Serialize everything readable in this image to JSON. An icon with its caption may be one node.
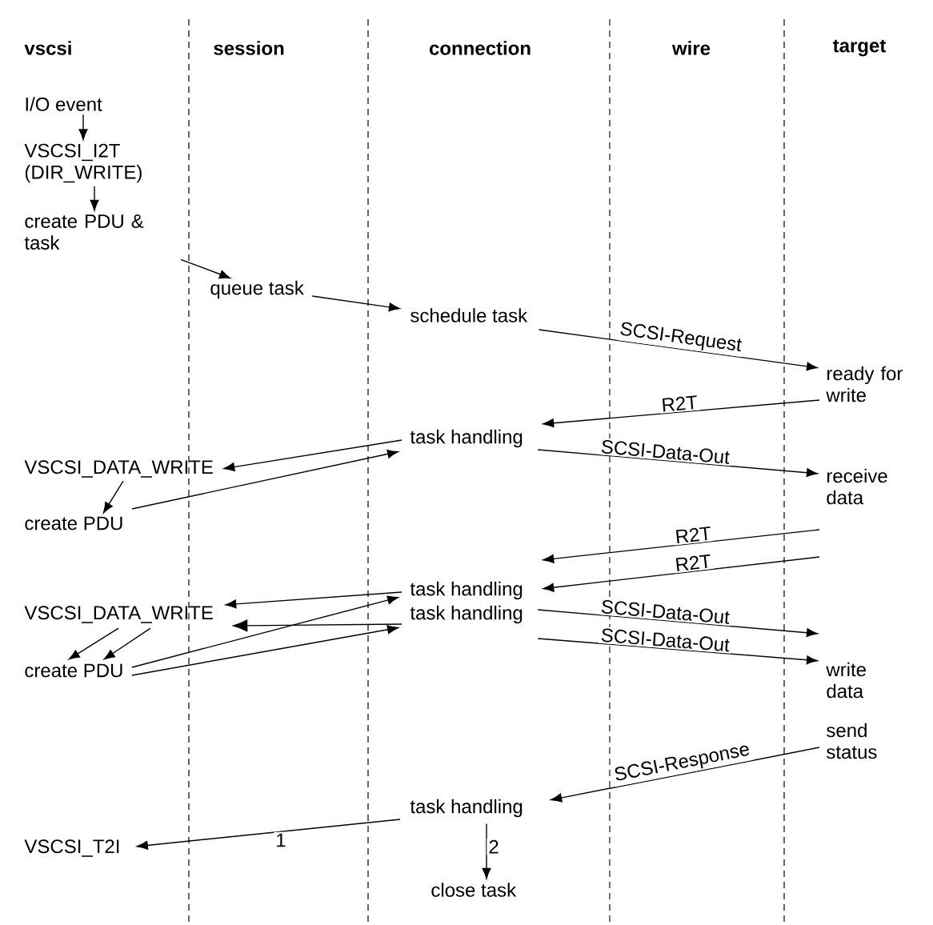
{
  "diagram": {
    "nodes": [
      {
        "text": [
          "I/O event"
        ]
      },
      {
        "text": [
          "VSCSI_I2T (DIR_WRITE)"
        ]
      },
      {
        "text": [
          "create PDU & task"
        ]
      },
      {
        "text": [
          "queue task"
        ]
      },
      {
        "text": [
          "schedule task"
        ]
      },
      {
        "text": [
          "ready for write"
        ]
      },
      {
        "text": [
          "task handling"
        ]
      },
      {
        "text": [
          "VSCSI_DATA_WRITE"
        ]
      },
      {
        "text": [
          "receive data"
        ]
      },
      {
        "text": [
          "create PDU"
        ]
      },
      {
        "text": [
          "task handling"
        ]
      },
      {
        "text": [
          "task handling"
        ]
      },
      {
        "text": [
          "VSCSI_DATA_WRITE"
        ]
      },
      {
        "text": [
          "create PDU"
        ]
      },
      {
        "text": [
          "write data"
        ]
      },
      {
        "text": [
          "send status"
        ]
      },
      {
        "text": [
          "task handling"
        ]
      },
      {
        "text": [
          "VSCSI_T2I"
        ]
      },
      {
        "text": [
          "close task"
        ]
      }
    ],
    "edges": [
      {
        "from": 0,
        "to": 1,
        "arrow": "to"
      },
      {
        "from": 1,
        "to": 2,
        "arrow": "to"
      },
      {
        "from": 2,
        "to": 3,
        "arrow": "to"
      },
      {
        "from": 3,
        "to": 4,
        "arrow": "to"
      },
      {
        "from": 4,
        "to": 5,
        "arrow": "to",
        "label": "SCSI-Request"
      },
      {
        "from": 5,
        "to": 6,
        "arrow": "to",
        "label": "R2T"
      },
      {
        "from": 6,
        "to": 7,
        "arrow": "to"
      },
      {
        "from": 6,
        "to": 8,
        "arrow": "to",
        "label": "SCSI-Data-Out"
      },
      {
        "from": 7,
        "to": 9,
        "arrow": "to"
      },
      {
        "from": 9,
        "to": 6,
        "arrow": "to"
      },
      {
        "from": 8,
        "to": 10,
        "arrow": "to",
        "label": "R2T"
      },
      {
        "from": null,
        "to": 11,
        "arrow": "to",
        "label": "R2T"
      },
      {
        "from": 10,
        "to": 12,
        "arrow": "to"
      },
      {
        "from": 13,
        "to": 10,
        "arrow": "to"
      },
      {
        "from": 11,
        "to": 12,
        "arrow": "to"
      },
      {
        "from": 13,
        "to": 11,
        "arrow": "to"
      },
      {
        "from": 12,
        "to": 13,
        "arrow": "to"
      },
      {
        "from": 12,
        "to": 13,
        "arrow": "to"
      },
      {
        "from": 10,
        "to": 14,
        "arrow": "to",
        "label": "SCSI-Data-Out"
      },
      {
        "from": 11,
        "to": 14,
        "arrow": "to",
        "label": "SCSI-Data-Out"
      },
      {
        "from": 15,
        "to": 16,
        "arrow": "to",
        "label": "SCSI-Response"
      },
      {
        "from": 16,
        "to": 17,
        "arrow": "to",
        "label": "1"
      },
      {
        "from": 16,
        "to": 18,
        "arrow": "to",
        "label": "2"
      }
    ],
    "labels": [
      "vscsi",
      "session",
      "connection",
      "wire",
      "target"
    ]
  }
}
